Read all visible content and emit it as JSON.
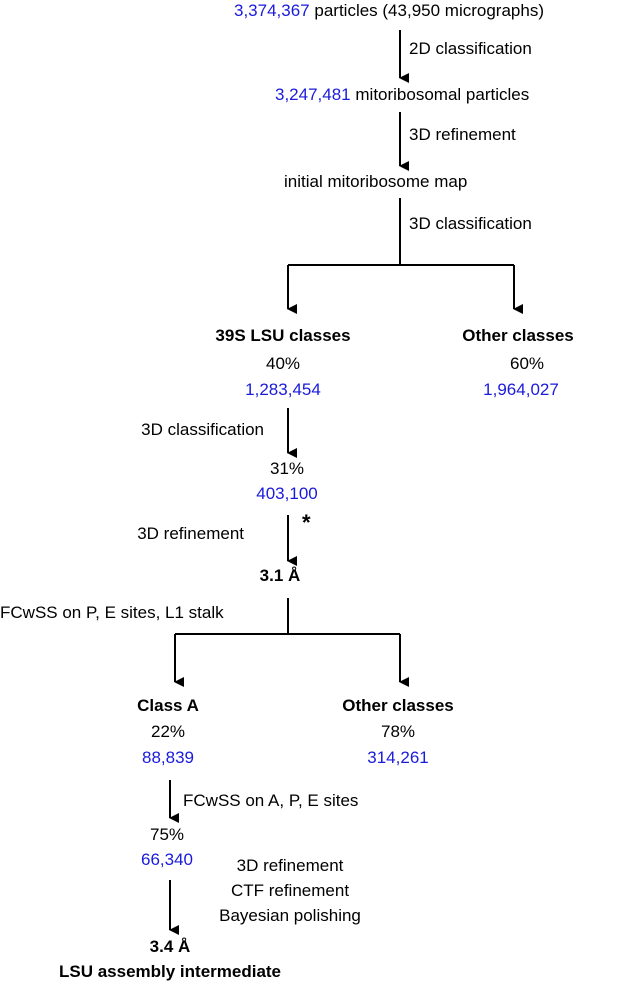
{
  "colors": {
    "count": "#1a1adb",
    "text": "#000000",
    "line": "#000000"
  },
  "top": {
    "count": "3,374,367",
    "label": "particles (43,950 micrographs)"
  },
  "step1": "2D classification",
  "mito": {
    "count": "3,247,481",
    "label": "mitoribosomal particles"
  },
  "step2": "3D refinement",
  "initial_map": "initial mitoribosome map",
  "step3": "3D classification",
  "lsu_branch": {
    "title": "39S LSU classes",
    "percent": "40%",
    "count": "1,283,454"
  },
  "other_branch_1": {
    "title": "Other classes",
    "percent": "60%",
    "count": "1,964,027"
  },
  "step4": "3D classification",
  "sub1": {
    "percent": "31%",
    "count": "403,100"
  },
  "step5": "3D refinement",
  "step5_mark": "*",
  "res1": "3.1 Å",
  "step6": "FCwSS on P, E sites, L1 stalk",
  "class_a": {
    "title": "Class A",
    "percent": "22%",
    "count": "88,839"
  },
  "other_branch_2": {
    "title": "Other classes",
    "percent": "78%",
    "count": "314,261"
  },
  "step7": "FCwSS on A, P, E sites",
  "sub2": {
    "percent": "75%",
    "count": "66,340"
  },
  "final_steps": [
    "3D refinement",
    "CTF refinement",
    "Bayesian polishing"
  ],
  "final": {
    "resolution": "3.4 Å",
    "label": "LSU assembly intermediate"
  }
}
